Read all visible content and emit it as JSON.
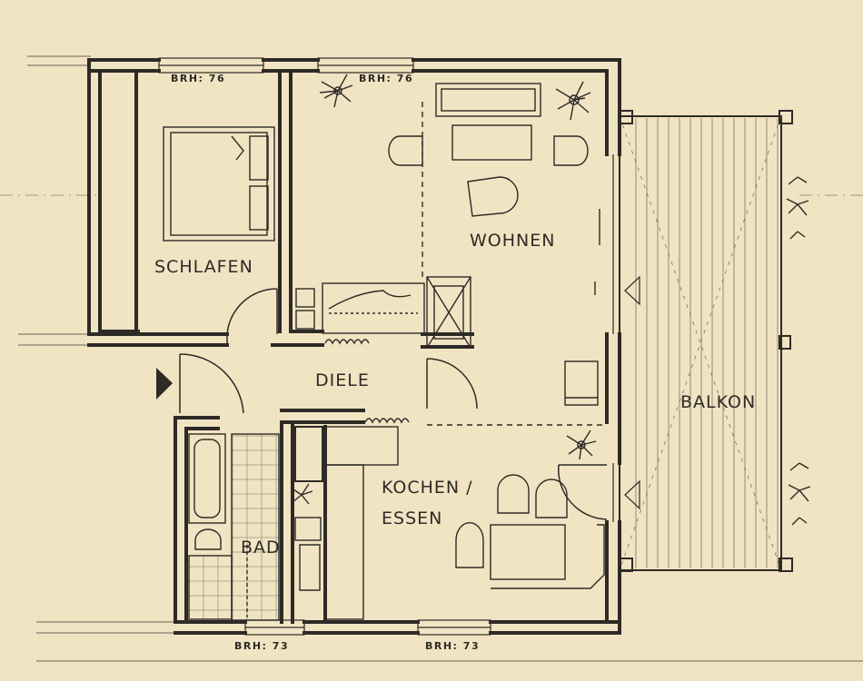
{
  "rooms": {
    "schlafen": "SCHLAFEN",
    "wohnen": "WOHNEN",
    "diele": "DIELE",
    "kochen_line1": "KOCHEN /",
    "kochen_line2": "ESSEN",
    "bad": "BAD",
    "balkon": "BALKON"
  },
  "sill_heights": {
    "schlafen_window": "BRH: 76",
    "wohnen_window": "BRH: 76",
    "bad_window": "BRH: 73",
    "kochen_window": "BRH: 73"
  },
  "colors": {
    "paper": "#f1e4c3",
    "ink": "#2e2a26"
  },
  "icons": [
    "plant-icon",
    "entrance-arrow-icon"
  ]
}
